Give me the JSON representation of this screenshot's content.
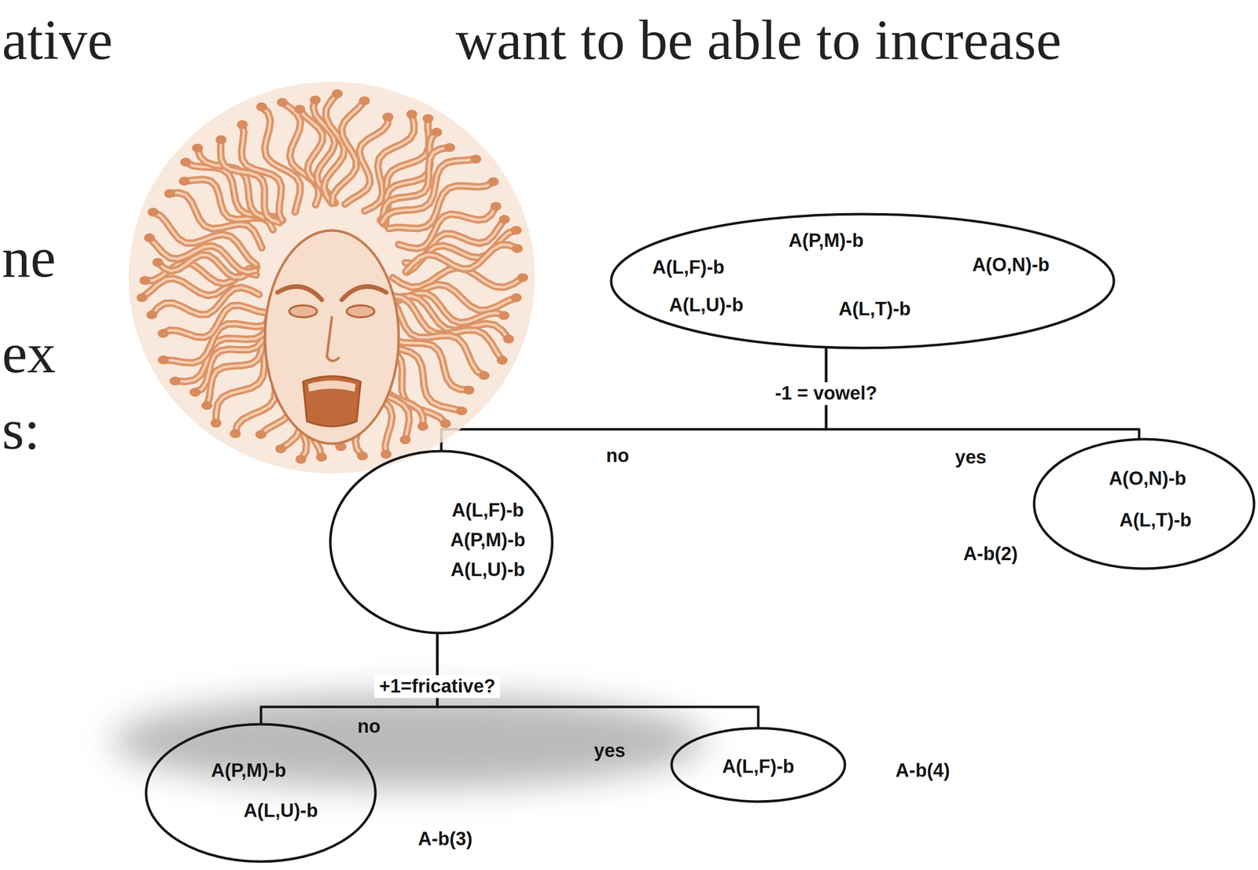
{
  "diagram": {
    "nodes": [
      {
        "text": [
          "A(L,F)-b",
          "A(P,M)-b",
          "A(O,N)-b",
          "A(L,U)-b",
          "A(L,T)-b"
        ]
      },
      {
        "text": [
          "A(L,F)-b",
          "A(P,M)-b",
          "A(L,U)-b"
        ]
      },
      {
        "text": [
          "A(O,N)-b",
          "A(L,T)-b"
        ]
      },
      {
        "text": [
          "A(P,M)-b",
          "A(L,U)-b"
        ]
      },
      {
        "text": [
          "A(L,F)-b"
        ]
      }
    ],
    "edges": [
      {
        "from": 0,
        "to": 1,
        "arrow": "none",
        "label": "no"
      },
      {
        "from": 0,
        "to": 2,
        "arrow": "none",
        "label": "yes"
      },
      {
        "from": 1,
        "to": 3,
        "arrow": "none",
        "label": "no"
      },
      {
        "from": 1,
        "to": 4,
        "arrow": "none",
        "label": "yes"
      }
    ],
    "labels": [
      "ative",
      "want to be able to increase",
      "ne",
      "ex",
      "s:",
      "-1 = vowel?",
      "A-b(2)",
      "+1=fricative?",
      "A-b(3)",
      "A-b(4)"
    ]
  }
}
